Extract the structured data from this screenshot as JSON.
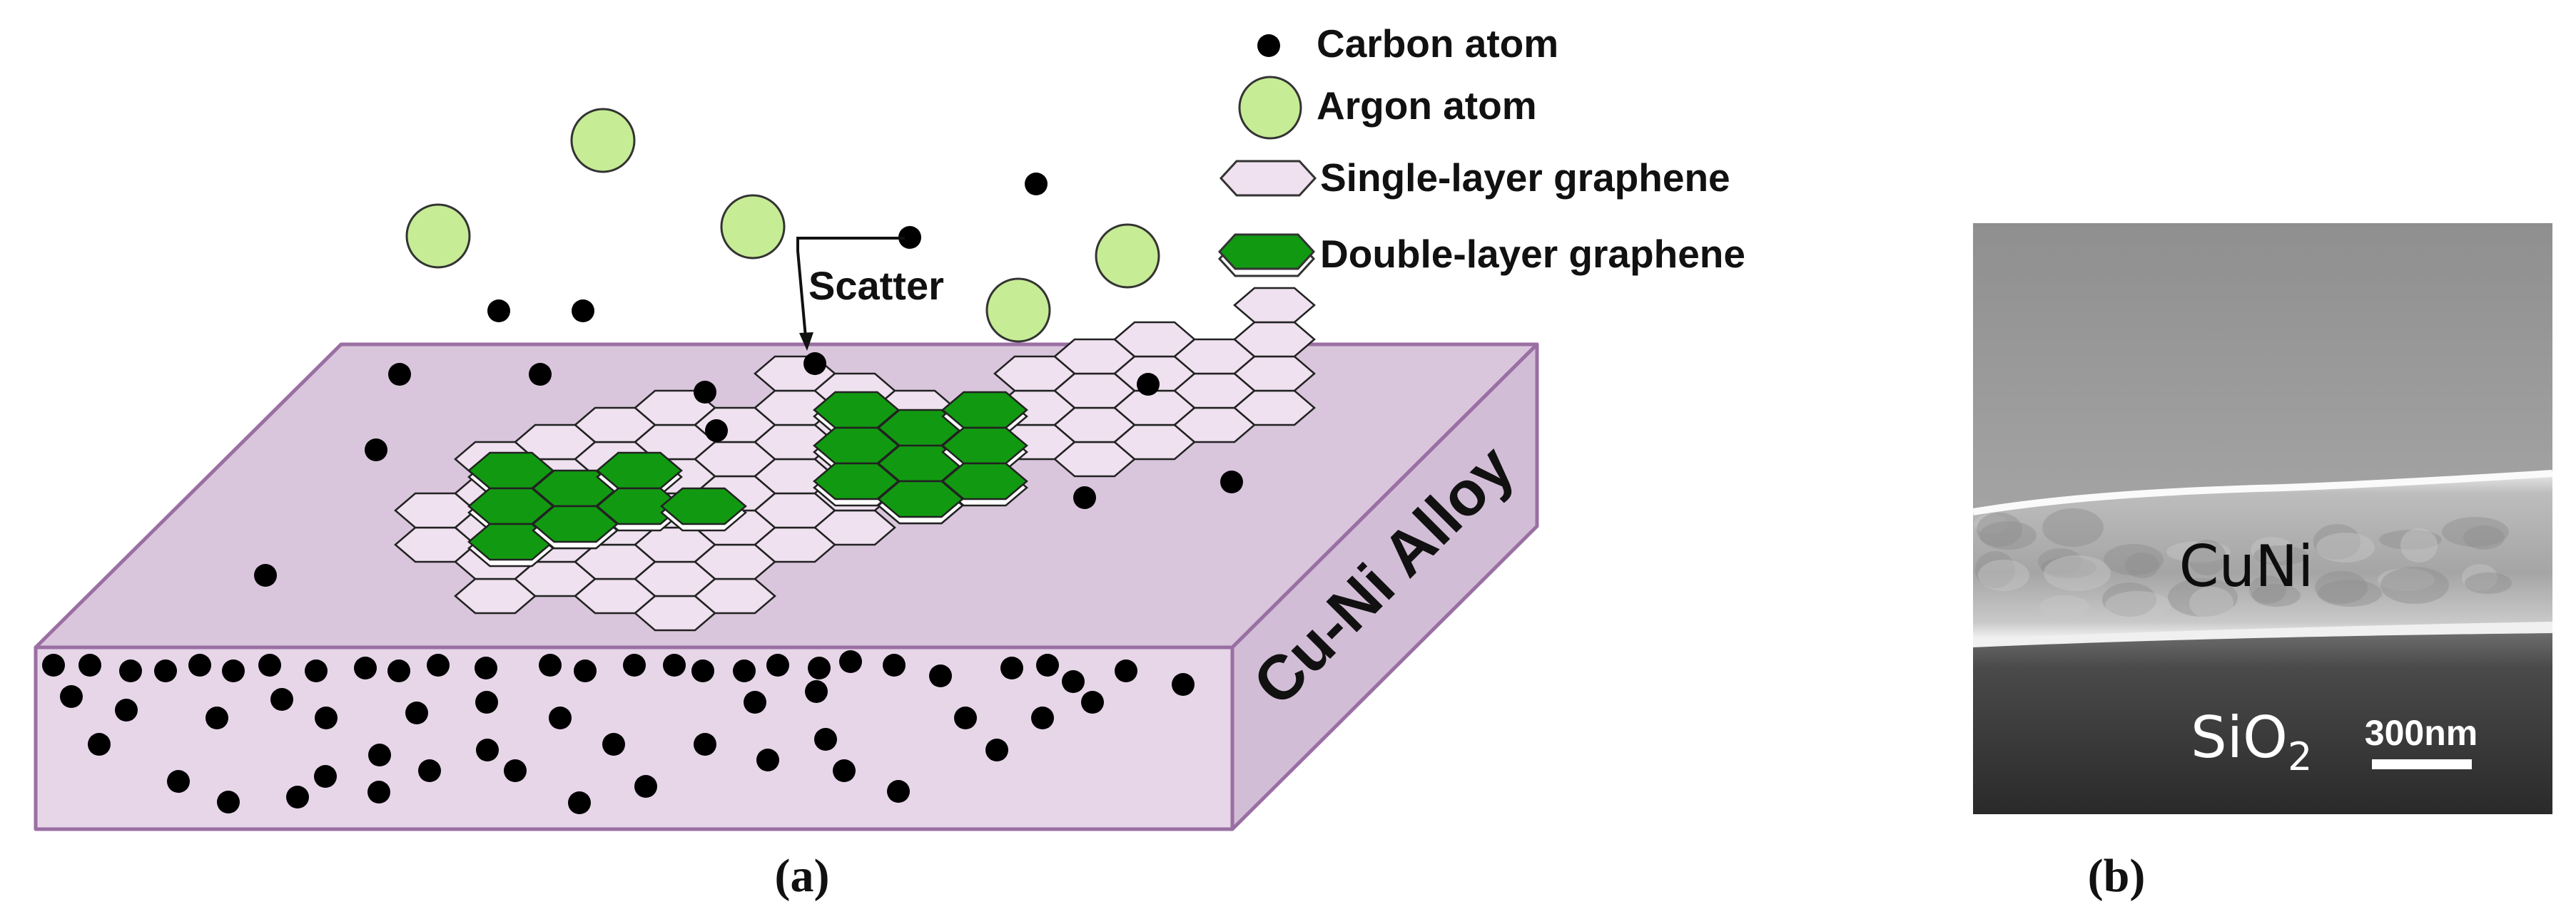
{
  "panel_a": {
    "caption": "(a)",
    "slab_label": "Cu-Ni Alloy",
    "scatter_label": "Scatter",
    "legend": {
      "carbon": "Carbon atom",
      "argon": "Argon atom",
      "single": "Single-layer graphene",
      "double": "Double-layer graphene"
    },
    "colors": {
      "slab_top": "#d9c6dc",
      "slab_front": "#e6d6e8",
      "slab_side": "#d2bdd6",
      "slab_edge": "#9a6fa3",
      "argon": "#c6ec95",
      "single_graphene": "#efe1ef",
      "double_graphene": "#119a11",
      "carbon": "#000000"
    }
  },
  "panel_b": {
    "caption": "(b)",
    "layer_top": "CuNi",
    "layer_bottom_main": "SiO",
    "layer_bottom_sub": "2",
    "scale_bar": "300nm"
  }
}
